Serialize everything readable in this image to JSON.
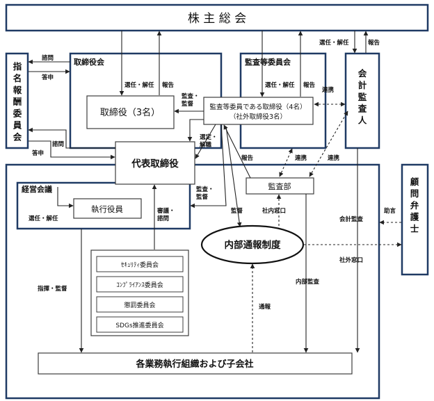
{
  "colors": {
    "frame": "#1f3a64",
    "box": "#3c3c3c",
    "arrow": "#222222"
  },
  "boxes": {
    "shareholders": "株 主 総 会",
    "nomination": "指名報酬委員会",
    "board_group": "取締役会",
    "directors": "取締役（3名）",
    "audit_committee_group": "監査等委員会",
    "audit_member_line1": "監査等委員である取締役（4名）",
    "audit_member_line2": "（社外取締役3名）",
    "accounting_auditor": "会計監査人",
    "representative": "代表取締役",
    "management_meeting": "経営会議",
    "executive_officers": "執行役員",
    "audit_department": "監査部",
    "whistleblowing": "内部通報制度",
    "lawyer": "顧問弁護士",
    "operations": "各業務執行組織および子会社"
  },
  "committees": [
    "ｾｷｭﾘﾃｨ委員会",
    "ｺﾝﾌﾟﾗｲｱﾝｽ委員会",
    "懲罰委員会",
    "SDGs推進委員会"
  ],
  "labels": {
    "inquiry": "諮問",
    "report_back": "答申",
    "appoint_dismiss": "選任・解任",
    "report": "報告",
    "audit_supervise": "監査・\n監督",
    "cooperation": "連携",
    "select_dismiss": "選定・\n解職",
    "deliberation": "審議・\n諮問",
    "audit": "監督",
    "internal_window": "社内窓口",
    "external_window": "社外窓口",
    "accounting_audit": "会計監査",
    "advice": "助言",
    "instruction_supervision": "指揮・監督",
    "internal_audit": "内部監査",
    "notification": "通報"
  }
}
